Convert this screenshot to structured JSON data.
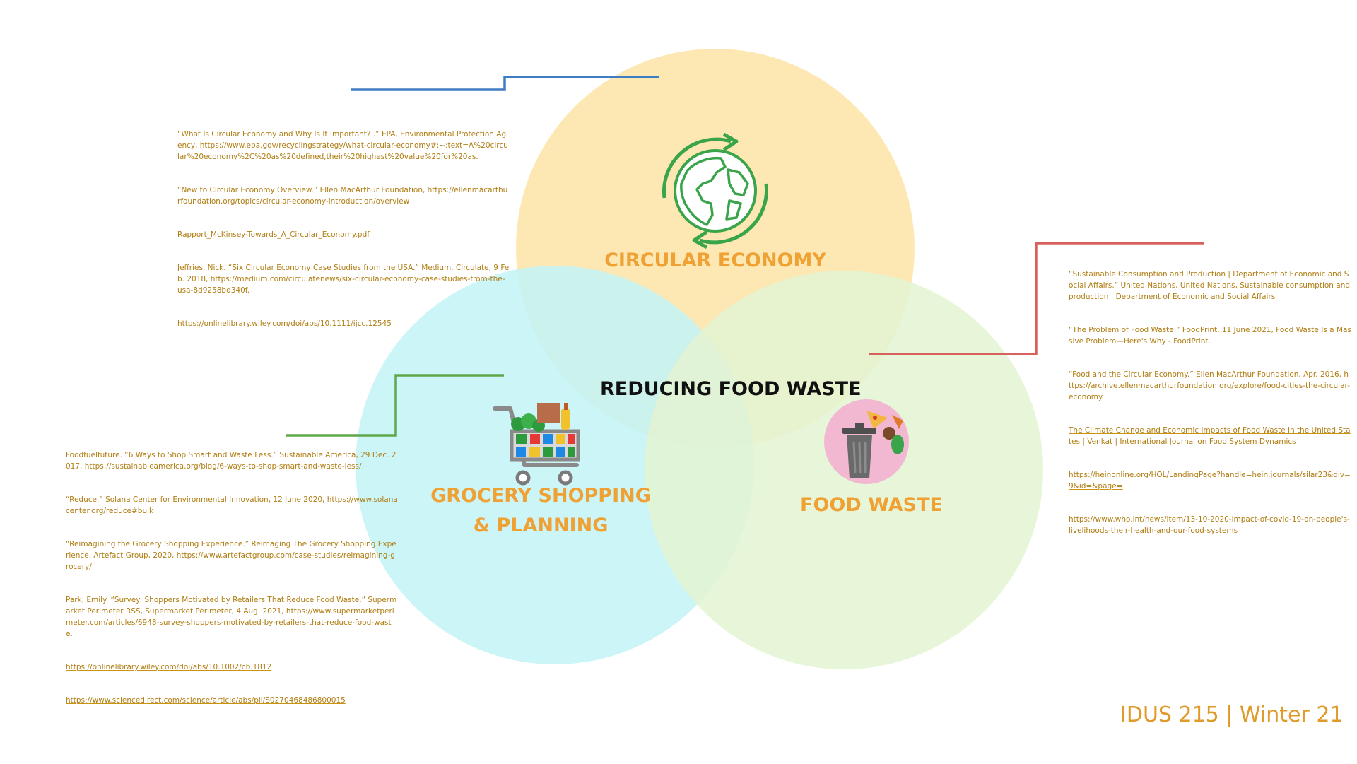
{
  "colors": {
    "circular_economy": "#fde3a4",
    "grocery": "#c3f3f7",
    "food_waste": "#e3f3d2",
    "label_orange": "#f0a134",
    "ref_text": "#b07d12",
    "connector_blue": "#3e7cc4",
    "connector_red": "#d9615d",
    "connector_green": "#5ea84b"
  },
  "diagram": {
    "center_label": "REDUCING FOOD WASTE",
    "circles": [
      {
        "id": "circular-economy",
        "label": "CIRCULAR ECONOMY",
        "icon": "globe-recycle-icon"
      },
      {
        "id": "grocery",
        "label_lines": [
          "GROCERY SHOPPING",
          "& PLANNING"
        ],
        "icon": "shopping-cart-icon"
      },
      {
        "id": "food-waste",
        "label": "FOOD WASTE",
        "icon": "trash-can-food-icon"
      }
    ]
  },
  "references": {
    "circular_economy": [
      {
        "text": "“What Is Circular Economy and Why Is It Important? .” EPA, Environmental Protection Agency, https://www.epa.gov/recyclingstrategy/what-circular-economy#:~:text=A%20circular%20economy%2C%20as%20defined,their%20highest%20value%20for%20as.",
        "link": false
      },
      {
        "text": "“New to Circular Economy Overview.” Ellen MacArthur Foundation, https://ellenmacarthurfoundation.org/topics/circular-economy-introduction/overview",
        "link": false
      },
      {
        "text": "Rapport_McKinsey-Towards_A_Circular_Economy.pdf",
        "link": false
      },
      {
        "text": "Jeffries, Nick. “Six Circular Economy Case Studies from the USA.” Medium, Circulate, 9 Feb. 2018, https://medium.com/circulatenews/six-circular-economy-case-studies-from-the-usa-8d9258bd340f.",
        "link": false
      },
      {
        "text": "https://onlinelibrary.wiley.com/doi/abs/10.1111/ijcc.12545",
        "link": true
      }
    ],
    "food_waste": [
      {
        "text": "“Sustainable Consumption and Production | Department of Economic and Social Affairs.” United Nations, United Nations, Sustainable consumption and production | Department of Economic and Social Affairs",
        "link": false
      },
      {
        "text": "“The Problem of Food Waste.” FoodPrint, 11 June 2021, Food Waste Is a Massive Problem—Here's Why - FoodPrint.",
        "link": false
      },
      {
        "text": "“Food and the Circular Economy.” Ellen MacArthur Foundation, Apr. 2016, https://archive.ellenmacarthurfoundation.org/explore/food-cities-the-circular-economy.",
        "link": false
      },
      {
        "text": "The Climate Change and Economic Impacts of Food Waste in the United States | Venkat | International Journal on Food System Dynamics",
        "link": true
      },
      {
        "text": "https://heinonline.org/HOL/LandingPage?handle=hein.journals/silar23&div=9&id=&page=",
        "link": true
      },
      {
        "text": "https://www.who.int/news/item/13-10-2020-impact-of-covid-19-on-people's-livelihoods-their-health-and-our-food-systems",
        "link": false
      }
    ],
    "grocery": [
      {
        "text": "Foodfuelfuture. “6 Ways to Shop Smart and Waste Less.” Sustainable America, 29 Dec. 2017, https://sustainableamerica.org/blog/6-ways-to-shop-smart-and-waste-less/",
        "link": false
      },
      {
        "text": "“Reduce.” Solana Center for Environmental Innovation, 12 June 2020, https://www.solanacenter.org/reduce#bulk",
        "link": false
      },
      {
        "text": "“Reimagining the Grocery Shopping Experience.” Reimaging The Grocery Shopping Experience, Artefact Group, 2020, https://www.artefactgroup.com/case-studies/reimagining-grocery/",
        "link": false
      },
      {
        "text": "Park, Emily. “Survey: Shoppers Motivated by Retailers That Reduce Food Waste.” Supermarket Perimeter RSS, Supermarket Perimeter, 4 Aug. 2021, https://www.supermarketperimeter.com/articles/6948-survey-shoppers-motivated-by-retailers-that-reduce-food-waste.",
        "link": false
      },
      {
        "text": "https://onlinelibrary.wiley.com/doi/abs/10.1002/cb.1812",
        "link": true
      },
      {
        "text": "https://www.sciencedirect.com/science/article/abs/pii/S0270468486800015",
        "link": true
      }
    ]
  },
  "footer": {
    "course": "IDUS 215 | Winter 21"
  }
}
